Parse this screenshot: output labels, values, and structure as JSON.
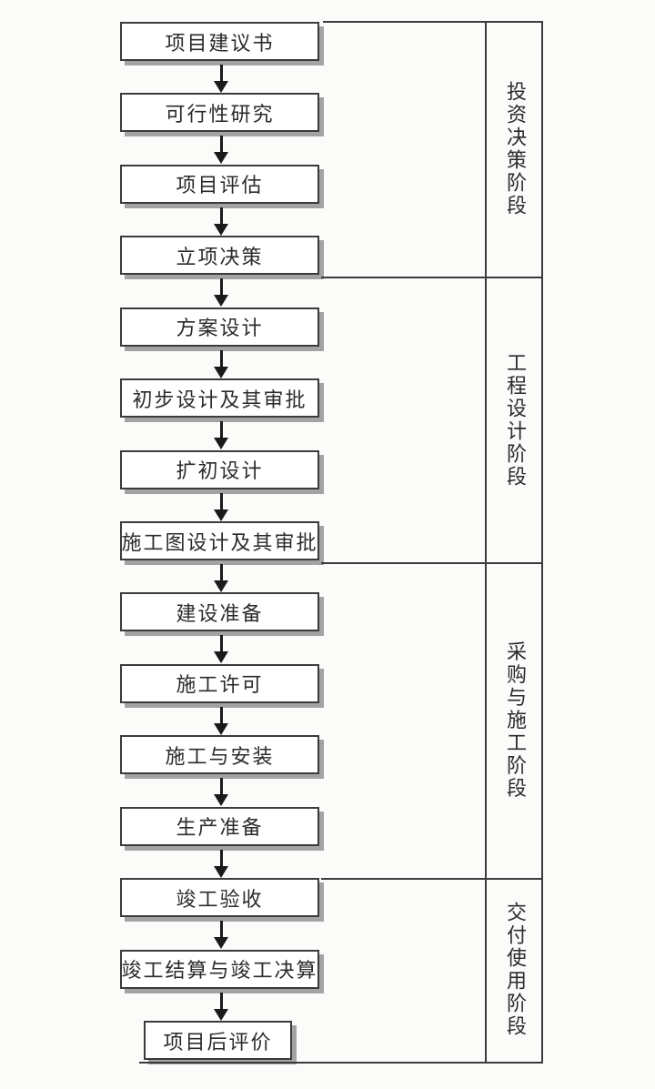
{
  "diagram": {
    "type": "flowchart",
    "direction": "top-down",
    "steps": [
      {
        "label": "项目建议书"
      },
      {
        "label": "可行性研究"
      },
      {
        "label": "项目评估"
      },
      {
        "label": "立项决策"
      },
      {
        "label": "方案设计"
      },
      {
        "label": "初步设计及其审批"
      },
      {
        "label": "扩初设计"
      },
      {
        "label": "施工图设计及其审批"
      },
      {
        "label": "建设准备"
      },
      {
        "label": "施工许可"
      },
      {
        "label": "施工与安装"
      },
      {
        "label": "生产准备"
      },
      {
        "label": "竣工验收"
      },
      {
        "label": "竣工结算与竣工决算"
      },
      {
        "label": "项目后评价"
      }
    ],
    "phases": [
      {
        "label": "投资决策阶段",
        "from_step": 1,
        "to_step": 4
      },
      {
        "label": "工程设计阶段",
        "from_step": 5,
        "to_step": 8
      },
      {
        "label": "采购与施工阶段",
        "from_step": 9,
        "to_step": 12
      },
      {
        "label": "交付使用阶段",
        "from_step": 13,
        "to_step": 15
      }
    ],
    "colors": {
      "background": "#fbfbfa",
      "box_fill": "#ffffff",
      "box_border": "#3b3b3b",
      "box_shadow": "#a3a3a3",
      "arrow": "#1a1a1a",
      "text": "#2b2b2b"
    }
  }
}
